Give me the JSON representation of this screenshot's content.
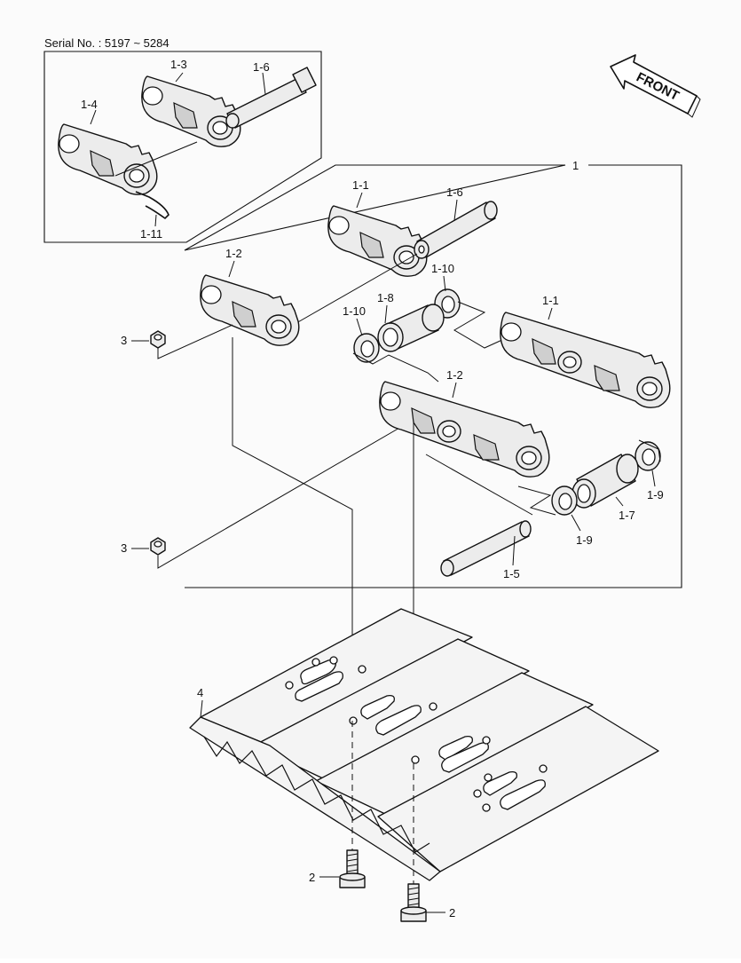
{
  "serial": "Serial No. : 5197 ~ 5284",
  "front_label": "FRONT",
  "callouts": {
    "assy": "1",
    "link_1_1_top": "1-1",
    "link_1_1_right": "1-1",
    "link_1_2_left": "1-2",
    "link_1_2_mid": "1-2",
    "link_1_3": "1-3",
    "link_1_4": "1-4",
    "pin_1_5": "1-5",
    "pin_1_6_inset": "1-6",
    "pin_1_6_main": "1-6",
    "bush_1_7": "1-7",
    "bush_1_8": "1-8",
    "seal_1_9_a": "1-9",
    "seal_1_9_b": "1-9",
    "seal_1_10_a": "1-10",
    "seal_1_10_b": "1-10",
    "clip_1_11": "1-11",
    "bolt_2_a": "2",
    "bolt_2_b": "2",
    "nut_3_a": "3",
    "nut_3_b": "3",
    "shoe_4": "4"
  }
}
